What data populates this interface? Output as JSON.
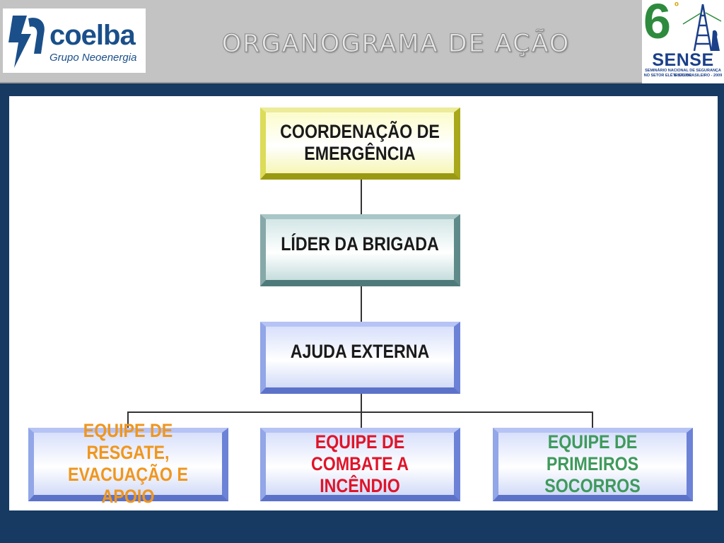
{
  "header": {
    "title": "ORGANOGRAMA DE AÇÃO",
    "logo_left": {
      "name": "coelba",
      "subtitle": "Grupo Neoenergia"
    },
    "logo_right": {
      "number": "6",
      "ordinal": "º",
      "name": "SENSE",
      "line1": "SEMINÁRIO NACIONAL DE SEGURANÇA E SAÚDE",
      "line2": "NO SETOR ELÉTRICO BRASILEIRO - 2009"
    }
  },
  "orgchart": {
    "coordination": {
      "line1": "COORDENAÇÃO DE",
      "line2": "EMERGÊNCIA",
      "color": "#1a1a1a"
    },
    "leader": {
      "line1": "LÍDER DA BRIGADA",
      "color": "#1a1a1a"
    },
    "external": {
      "line1": "AJUDA EXTERNA",
      "color": "#1a1a1a"
    },
    "teams": [
      {
        "line1": "EQUIPE DE RESGATE,",
        "line2": "EVACUAÇÃO E APOIO",
        "color": "#f0961e"
      },
      {
        "line1": "EQUIPE DE COMBATE A",
        "line2": "INCÊNDIO",
        "color": "#e0142a"
      },
      {
        "line1": "EQUIPE DE PRIMEIROS",
        "line2": "SOCORROS",
        "color": "#3e9a5c"
      }
    ]
  },
  "colors": {
    "background": "#163a62",
    "header": "#c3c3c3",
    "coordination_box": "#cccc22",
    "leader_box": "#6f9898",
    "blue_box": "#7088d8"
  }
}
